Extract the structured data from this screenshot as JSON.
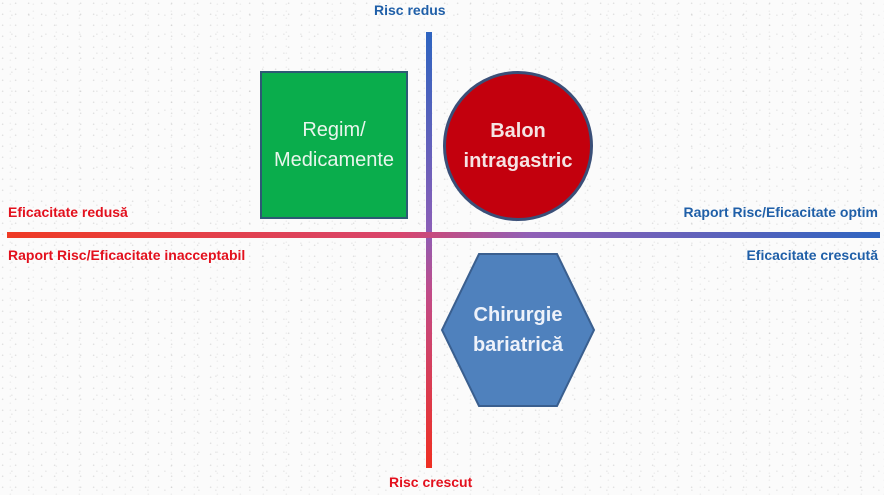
{
  "axes": {
    "top": "Risc redus",
    "bottom": "Risc crescut",
    "left_upper": "Eficacitate redusă",
    "left_lower": "Raport Risc/Eficacitate inacceptabil",
    "right_upper": "Raport Risc/Eficacitate optim",
    "right_lower": "Eficacitate crescută"
  },
  "shapes": {
    "square": {
      "line1": "Regim/",
      "line2": "Medicamente",
      "color": "#0aad4c"
    },
    "circle": {
      "line1": "Balon",
      "line2": "intragastric",
      "color": "#c3000d"
    },
    "hexagon": {
      "line1": "Chirurgie",
      "line2": "bariatrică",
      "color": "#4f81bd"
    }
  },
  "colors": {
    "risk_low": "#1f5fa8",
    "risk_high": "#e3101d"
  }
}
